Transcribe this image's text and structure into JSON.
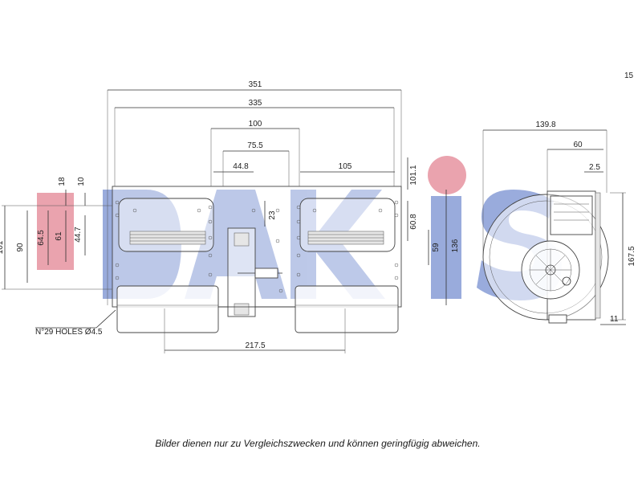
{
  "corner_mark": "15",
  "dimensions": {
    "overall_width": "351",
    "mount_width": "335",
    "center_span": "100",
    "inner_span": "75.5",
    "left_offset": "44.8",
    "outlet_width": "105",
    "bottom_span": "217.5",
    "depth_total": "139.8",
    "depth_60": "60",
    "depth_2_5": "2.5",
    "height_167_5": "167.5",
    "height_136": "136",
    "height_59": "59",
    "height_60_8": "60.8",
    "height_101_1": "101.1",
    "height_23": "23",
    "height_11": "11",
    "left_18": "18",
    "left_10": "10",
    "left_64_5": "64.5",
    "left_61": "61",
    "left_44_7": "44.7",
    "left_90": "90",
    "left_101": "101"
  },
  "holes_note": "N°29 HOLES Ø4.5",
  "caption": "Bilder dienen nur zu Vergleichszwecken und können geringfügig abweichen.",
  "watermark": {
    "text": "DAKIS",
    "color_blue": "#8fa3d9",
    "color_red": "#e89aa6"
  }
}
